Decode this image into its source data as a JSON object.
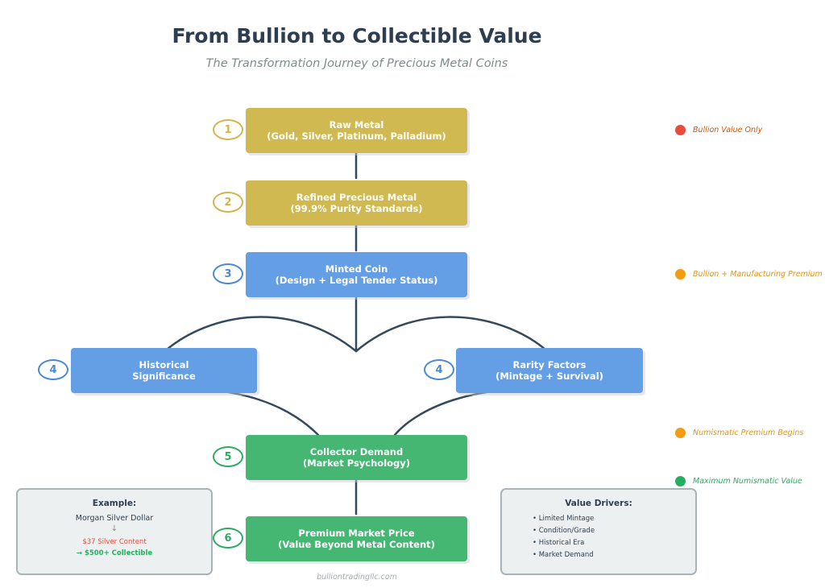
{
  "title": "From Bullion to Collectible Value",
  "subtitle": "The Transformation Journey of Precious Metal Coins",
  "steps": [
    {
      "number": "1",
      "line1": "Raw Metal",
      "line2": "(Gold, Silver, Platinum, Palladium)",
      "color": "#cfb950"
    },
    {
      "number": "2",
      "line1": "Refined Precious Metal",
      "line2": "(99.9% Purity Standards)",
      "color": "#cfb950"
    },
    {
      "number": "3",
      "line1": "Minted Coin",
      "line2": "(Design + Legal Tender Status)",
      "color": "#649fe6"
    },
    {
      "number": "4",
      "line1": "Historical",
      "line2": "Significance",
      "color": "#649fe6"
    },
    {
      "number": "4",
      "line1": "Rarity Factors",
      "line2": "(Mintage + Survival)",
      "color": "#649fe6"
    },
    {
      "number": "5",
      "line1": "Collector Demand",
      "line2": "(Market Psychology)",
      "color": "#45b773"
    },
    {
      "number": "6",
      "line1": "Premium Market Price",
      "line2": "(Value Beyond Metal Content)",
      "color": "#45b773"
    }
  ],
  "legend": [
    {
      "label": "Bullion Value Only",
      "color": "#e74c3c",
      "text_color": "#d35400"
    },
    {
      "label": "Bullion + Manufacturing Premium",
      "color": "#f39c12",
      "text_color": "#e39410"
    },
    {
      "label": "Numismatic Premium Begins",
      "color": "#f39c12",
      "text_color": "#e39410"
    },
    {
      "label": "Maximum Numismatic Value",
      "color": "#27ae60",
      "text_color": "#27ae60"
    }
  ],
  "example": {
    "heading": "Example:",
    "coin": "Morgan Silver Dollar",
    "arrow": "↓",
    "silver": "$37 Silver Content",
    "collectible": "→ $500+ Collectible"
  },
  "value_drivers": {
    "heading": "Value Drivers:",
    "items": [
      "• Limited Mintage",
      "• Condition/Grade",
      "• Historical Era",
      "• Market Demand"
    ]
  },
  "footer": "bulliontradingllc.com",
  "colors": {
    "gold": "#cfb950",
    "blue": "#649fe6",
    "green": "#45b773",
    "connector": "#34495e",
    "title": "#2c3e50"
  }
}
